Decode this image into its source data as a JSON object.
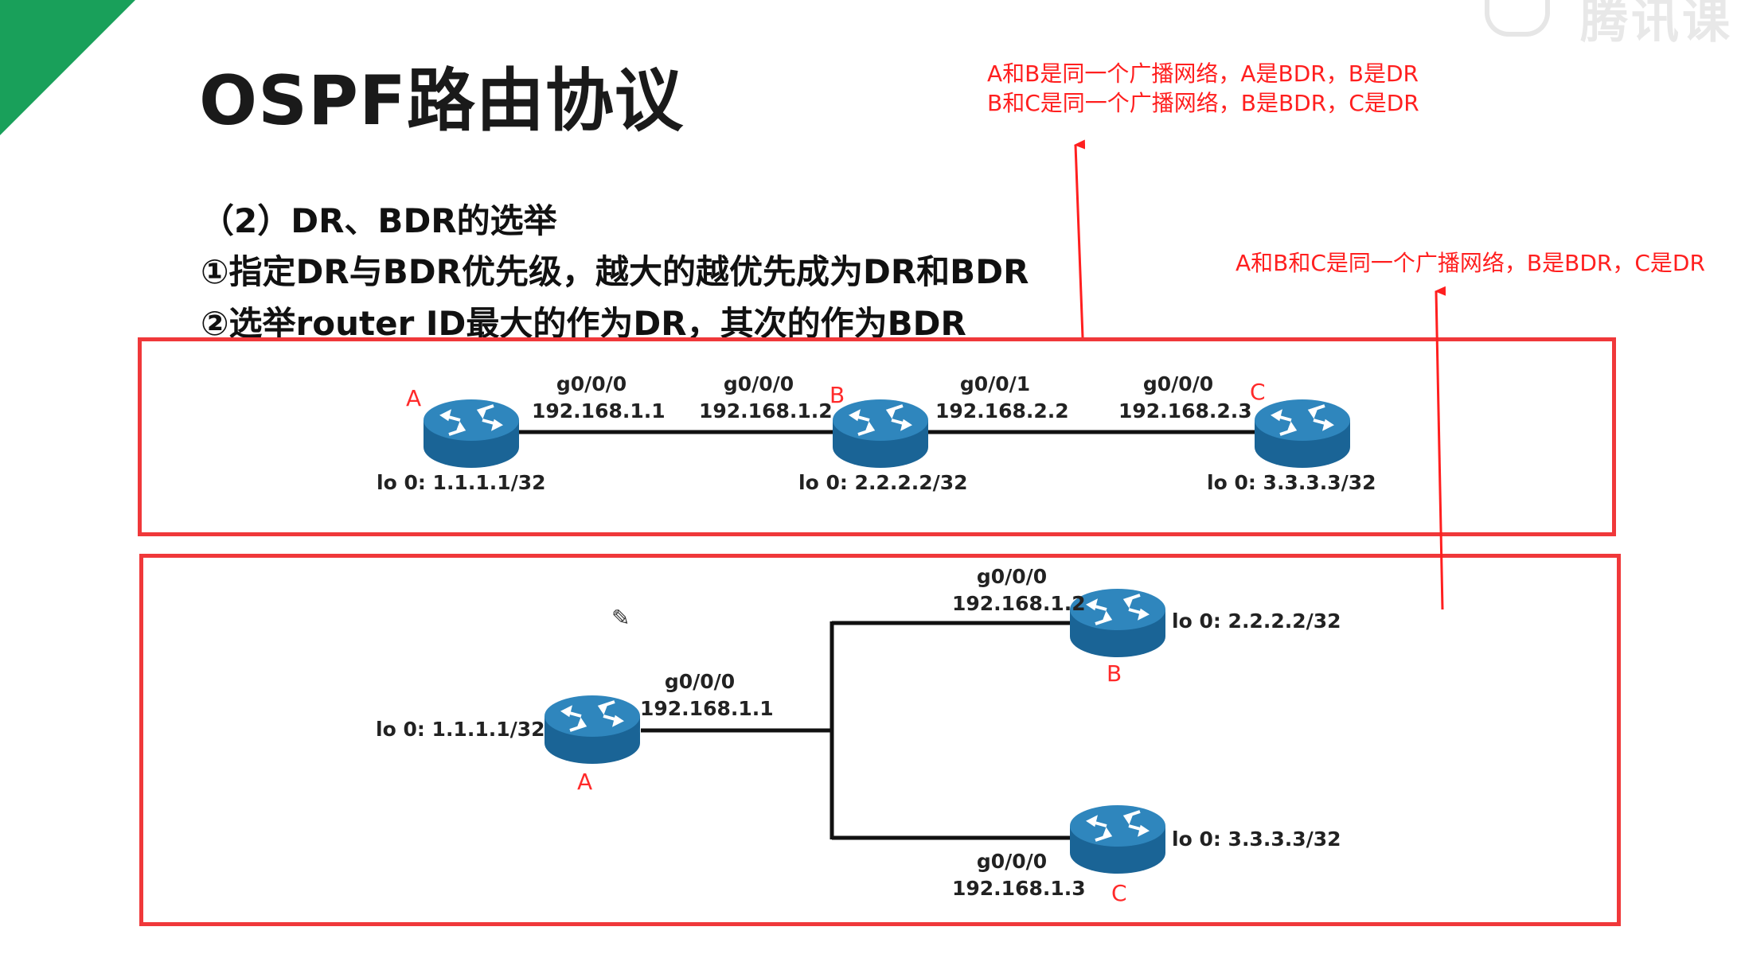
{
  "page": {
    "title": "OSPF路由协议",
    "watermark": "腾讯课",
    "points": [
      "（2）DR、BDR的选举",
      "①指定DR与BDR优先级，越大的越优先成为DR和BDR",
      "②选举router  ID最大的作为DR，其次的作为BDR"
    ]
  },
  "annotations": {
    "top_line1": "A和B是同一个广播网络，A是BDR，B是DR",
    "top_line2": "B和C是同一个广播网络，B是BDR，C是DR",
    "bottom": "A和B和C是同一个广播网络，B是BDR，C是DR"
  },
  "topology1": {
    "routers": [
      {
        "name": "A",
        "loopback": "lo 0:  1.1.1.1/32"
      },
      {
        "name": "B",
        "loopback": "lo 0:  2.2.2.2/32"
      },
      {
        "name": "C",
        "loopback": "lo 0:  3.3.3.3/32"
      }
    ],
    "interfaces": [
      {
        "port": "g0/0/0",
        "ip": "192.168.1.1"
      },
      {
        "port": "g0/0/0",
        "ip": "192.168.1.2"
      },
      {
        "port": "g0/0/1",
        "ip": "192.168.2.2"
      },
      {
        "port": "g0/0/0",
        "ip": "192.168.2.3"
      }
    ]
  },
  "topology2": {
    "routers": [
      {
        "name": "A",
        "loopback": "lo 0:  1.1.1.1/32",
        "port": "g0/0/0",
        "ip": "192.168.1.1"
      },
      {
        "name": "B",
        "loopback": "lo 0:  2.2.2.2/32",
        "port": "g0/0/0",
        "ip": "192.168.1.2"
      },
      {
        "name": "C",
        "loopback": "lo 0:  3.3.3.3/32",
        "port": "g0/0/0",
        "ip": "192.168.1.3"
      }
    ]
  },
  "colors": {
    "accent_green": "#19a05a",
    "annotation_red": "#ff1f1f",
    "box_red": "#f0383a",
    "router_blue": "#1f6fa0"
  }
}
